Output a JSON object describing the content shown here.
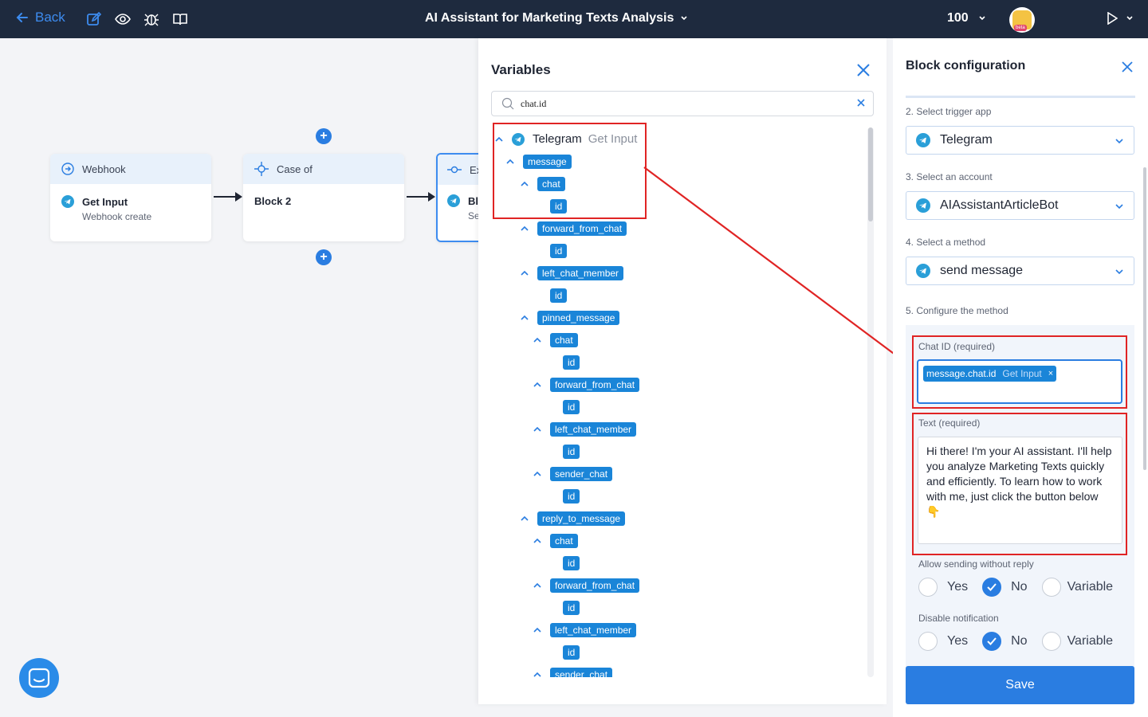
{
  "topbar": {
    "back_label": "Back",
    "title": "AI Assistant for Marketing Texts Analysis",
    "zoom": "100",
    "avatar_badge": "beta"
  },
  "canvas": {
    "nodes": [
      {
        "header": "Webhook",
        "name": "Get Input",
        "sub": "Webhook create"
      },
      {
        "header": "Case of",
        "name": "Block 2",
        "sub": ""
      },
      {
        "header": "Ex",
        "name": "Bl",
        "sub": "Se"
      }
    ]
  },
  "variables": {
    "title": "Variables",
    "search_value": "chat.id",
    "root": {
      "app": "Telegram",
      "block": "Get Input"
    },
    "tree": [
      {
        "level": 1,
        "label": "message"
      },
      {
        "level": 2,
        "label": "chat"
      },
      {
        "level": 3,
        "label": "id"
      },
      {
        "level": 2,
        "label": "forward_from_chat"
      },
      {
        "level": 3,
        "label": "id"
      },
      {
        "level": 2,
        "label": "left_chat_member"
      },
      {
        "level": 3,
        "label": "id"
      },
      {
        "level": 2,
        "label": "pinned_message"
      },
      {
        "level": 3,
        "label": "chat"
      },
      {
        "level": 4,
        "label": "id"
      },
      {
        "level": 3,
        "label": "forward_from_chat"
      },
      {
        "level": 4,
        "label": "id"
      },
      {
        "level": 3,
        "label": "left_chat_member"
      },
      {
        "level": 4,
        "label": "id"
      },
      {
        "level": 3,
        "label": "sender_chat"
      },
      {
        "level": 4,
        "label": "id"
      },
      {
        "level": 2,
        "label": "reply_to_message"
      },
      {
        "level": 3,
        "label": "chat"
      },
      {
        "level": 4,
        "label": "id"
      },
      {
        "level": 3,
        "label": "forward_from_chat"
      },
      {
        "level": 4,
        "label": "id"
      },
      {
        "level": 3,
        "label": "left_chat_member"
      },
      {
        "level": 4,
        "label": "id"
      },
      {
        "level": 3,
        "label": "sender_chat"
      }
    ]
  },
  "config": {
    "title": "Block configuration",
    "step2_label": "2. Select trigger app",
    "step2_value": "Telegram",
    "step3_label": "3. Select an account",
    "step3_value": "AIAssistantArticleBot",
    "step4_label": "4. Select a method",
    "step4_value": "send message",
    "step5_label": "5. Configure the method",
    "chat_id_label": "Chat ID (required)",
    "chat_id_tag": "message.chat.id",
    "chat_id_tag_source": "Get Input",
    "text_label": "Text (required)",
    "text_value": "Hi there! I'm your AI assistant. I'll help you analyze Marketing Texts quickly and efficiently. To learn how to work with me, just click the button below 👇",
    "allow_label": "Allow sending without reply",
    "disable_label": "Disable notification",
    "opt_yes": "Yes",
    "opt_no": "No",
    "opt_variable": "Variable",
    "save_label": "Save"
  },
  "colors": {
    "topbar": "#1e2a3e",
    "accent": "#2a7de1",
    "tag": "#1a85d8",
    "highlight": "#e02424"
  }
}
